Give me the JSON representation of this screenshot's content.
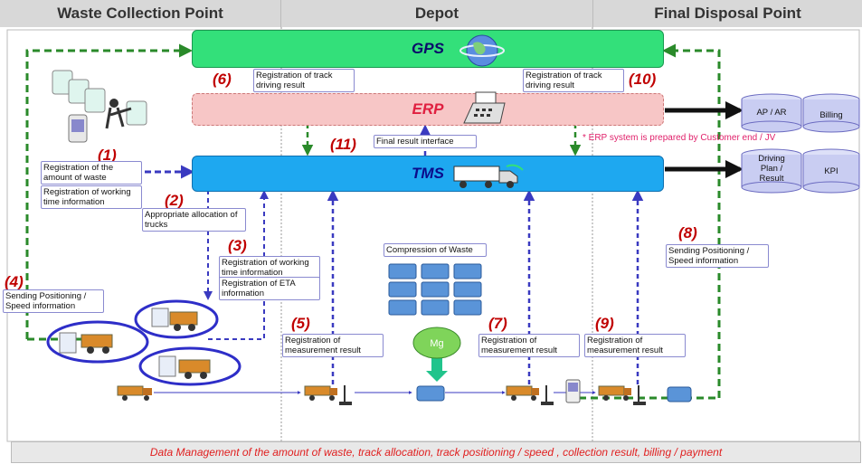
{
  "headers": {
    "collection": "Waste Collection Point",
    "depot": "Depot",
    "disposal": "Final Disposal Point"
  },
  "systems": {
    "gps": "GPS",
    "erp": "ERP",
    "tms": "TMS"
  },
  "databases": {
    "ap_ar": "AP / AR",
    "billing": "Billing",
    "driving_plan": [
      "Driving",
      "Plan /",
      "Result"
    ],
    "kpi": "KPI"
  },
  "erp_note": "* ERP system is prepared by Customer end / JV",
  "steps": {
    "s1": "(1)",
    "s2": "(2)",
    "s3": "(3)",
    "s4": "(4)",
    "s5": "(5)",
    "s6": "(6)",
    "s7": "(7)",
    "s8": "(8)",
    "s9": "(9)",
    "s10": "(10)",
    "s11": "(11)"
  },
  "labels": {
    "reg_amount": [
      "Registration of the",
      "amount of waste"
    ],
    "reg_working1": [
      "Registration of working",
      "time information"
    ],
    "alloc": [
      "Appropriate allocation of",
      "trucks"
    ],
    "reg_working2": [
      "Registration of working",
      "time information"
    ],
    "reg_eta": [
      "Registration of ETA",
      "information"
    ],
    "sending_left": [
      "Sending Positioning /",
      "Speed  information"
    ],
    "track_left": [
      "Registration of track",
      "driving result"
    ],
    "track_right": [
      "Registration of track",
      "driving result"
    ],
    "final_result": "Final result interface",
    "compression": "Compression of Waste",
    "meas5": [
      "Registration of",
      "measurement result"
    ],
    "meas7": [
      "Registration of",
      "measurement result"
    ],
    "meas9": [
      "Registration of",
      "measurement result"
    ],
    "sending_right": [
      "Sending Positioning /",
      "Speed  information"
    ]
  },
  "footer": "Data Management of the amount of waste, track allocation, track positioning / speed , collection result, billing / payment",
  "colors": {
    "gps": "#33e07a",
    "erp": "#f7c6c6",
    "tms": "#1ea8f0",
    "dashed_green": "#2a8a2a",
    "dashed_blue": "#3a3ac0",
    "number_red": "#c00000",
    "db_fill": "#c9cdf2"
  }
}
